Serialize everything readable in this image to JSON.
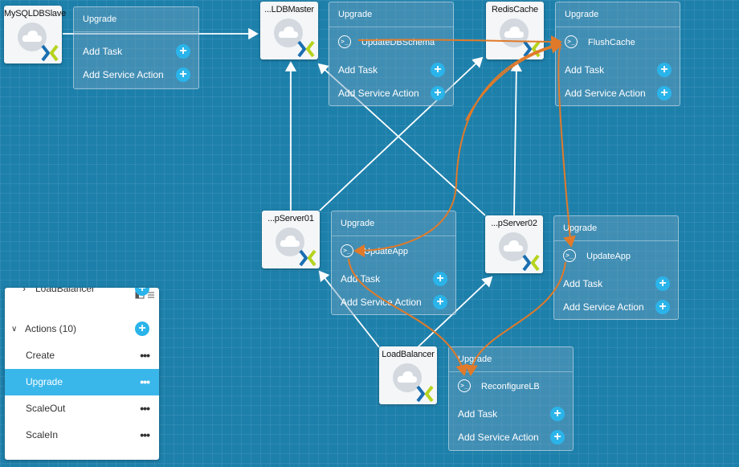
{
  "services": {
    "mysql_slave": {
      "name": "MySQLDBSlave"
    },
    "mysql_master": {
      "name": "...LDBMaster"
    },
    "redis": {
      "name": "RedisCache"
    },
    "app1": {
      "name": "...pServer01"
    },
    "app2": {
      "name": "...pServer02"
    },
    "lb": {
      "name": "LoadBalancer"
    }
  },
  "panels": {
    "slave": {
      "title": "Upgrade",
      "add_task": "Add Task",
      "add_action": "Add Service Action"
    },
    "master": {
      "title": "Upgrade",
      "task": "UpdateDBSchema",
      "add_task": "Add Task",
      "add_action": "Add Service Action"
    },
    "redis": {
      "title": "Upgrade",
      "task": "FlushCache",
      "add_task": "Add Task",
      "add_action": "Add Service Action"
    },
    "app1": {
      "title": "Upgrade",
      "task": "UpdateApp",
      "add_task": "Add Task",
      "add_action": "Add Service Action"
    },
    "app2": {
      "title": "Upgrade",
      "task": "UpdateApp",
      "add_task": "Add Task",
      "add_action": "Add Service Action"
    },
    "lb": {
      "title": "Upgrade",
      "task": "ReconfigureLB",
      "add_task": "Add Task",
      "add_action": "Add Service Action"
    }
  },
  "side_panel": {
    "partial_item": "LoadBalancer",
    "actions_header": "Actions (10)",
    "items": [
      "Create",
      "Upgrade",
      "ScaleOut",
      "ScaleIn"
    ],
    "selected": "Upgrade"
  },
  "colors": {
    "canvas": "#1d80ab",
    "accent": "#2ab4ea",
    "flow": "#e07a2a",
    "selected": "#3ab7ea"
  },
  "icons": [
    "cloud-icon",
    "nutanix-x-icon",
    "plus-icon",
    "terminal-icon",
    "chevron-right-icon",
    "chevron-down-icon",
    "more-icon",
    "layout-icon"
  ]
}
